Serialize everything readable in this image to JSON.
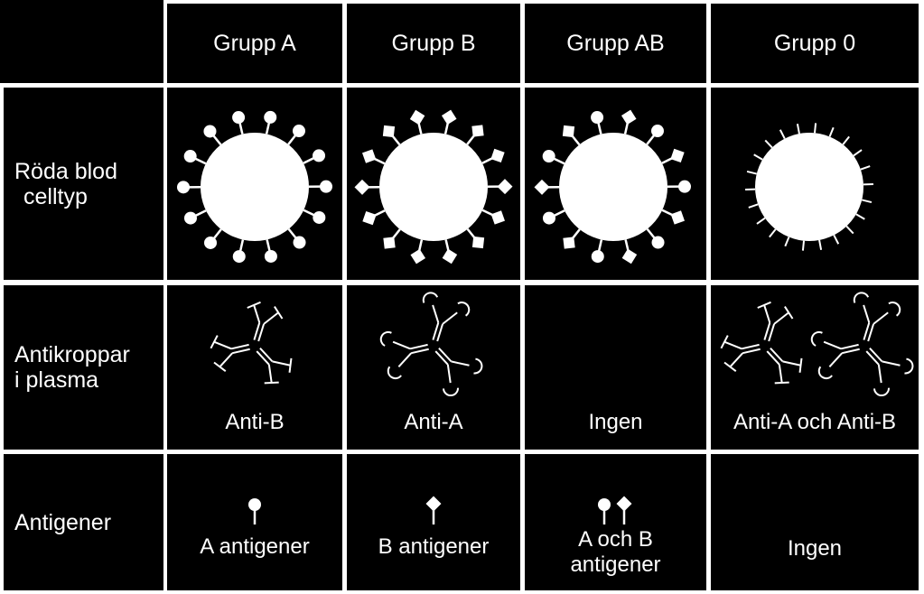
{
  "columns": [
    "Grupp A",
    "Grupp B",
    "Grupp AB",
    "Grupp 0"
  ],
  "rows": {
    "cell_type": [
      "Röda blod",
      "celltyp"
    ],
    "antibodies": [
      "Antikroppar",
      "i plasma"
    ],
    "antigens": "Antigener"
  },
  "antibody_labels": [
    "Anti-B",
    "Anti-A",
    "Ingen",
    "Anti-A och Anti-B"
  ],
  "antigen_labels": [
    "A antigener",
    "B antigener",
    "A och B antigener",
    "Ingen"
  ],
  "antigen_label_ab": [
    "A och B",
    "antigener"
  ],
  "colors": {
    "background": "#000000",
    "foreground": "#ffffff",
    "grid": "#ffffff"
  }
}
